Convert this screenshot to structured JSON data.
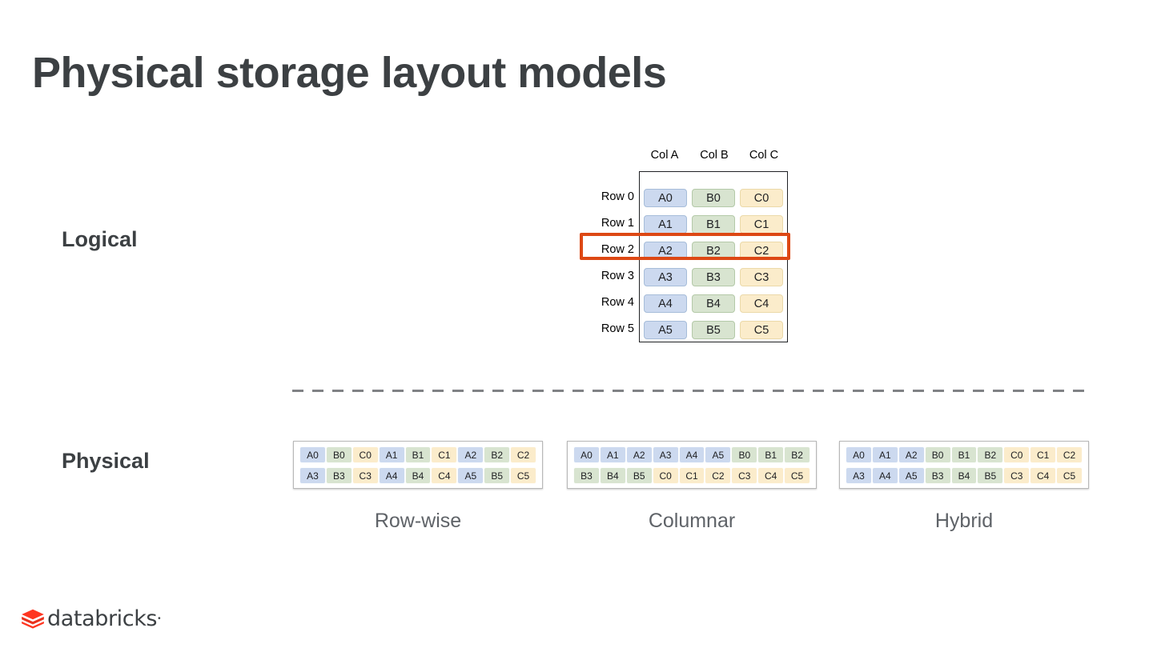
{
  "slide": {
    "title": "Physical storage layout models",
    "sections": {
      "logical_label": "Logical",
      "physical_label": "Physical"
    }
  },
  "colors": {
    "col_a": "#ccd9ef",
    "col_b": "#d8e4d0",
    "col_c": "#fbeccb",
    "highlight": "#dd4814",
    "title_text": "#3c4043",
    "caption_text": "#5f6368",
    "divider": "#808285",
    "logo_red": "#ff3621"
  },
  "logical": {
    "column_headers": [
      "Col A",
      "Col B",
      "Col C"
    ],
    "row_labels": [
      "Row 0",
      "Row 1",
      "Row 2",
      "Row 3",
      "Row 4",
      "Row 5"
    ],
    "highlighted_row": "Row 2",
    "rows": [
      [
        "A0",
        "B0",
        "C0"
      ],
      [
        "A1",
        "B1",
        "C1"
      ],
      [
        "A2",
        "B2",
        "C2"
      ],
      [
        "A3",
        "B3",
        "C3"
      ],
      [
        "A4",
        "B4",
        "C4"
      ],
      [
        "A5",
        "B5",
        "C5"
      ]
    ]
  },
  "physical": {
    "layouts": [
      {
        "caption": "Row-wise",
        "rows": [
          [
            "A0",
            "B0",
            "C0",
            "A1",
            "B1",
            "C1",
            "A2",
            "B2",
            "C2"
          ],
          [
            "A3",
            "B3",
            "C3",
            "A4",
            "B4",
            "C4",
            "A5",
            "B5",
            "C5"
          ]
        ]
      },
      {
        "caption": "Columnar",
        "rows": [
          [
            "A0",
            "A1",
            "A2",
            "A3",
            "A4",
            "A5",
            "B0",
            "B1",
            "B2"
          ],
          [
            "B3",
            "B4",
            "B5",
            "C0",
            "C1",
            "C2",
            "C3",
            "C4",
            "C5"
          ]
        ]
      },
      {
        "caption": "Hybrid",
        "rows": [
          [
            "A0",
            "A1",
            "A2",
            "B0",
            "B1",
            "B2",
            "C0",
            "C1",
            "C2"
          ],
          [
            "A3",
            "A4",
            "A5",
            "B3",
            "B4",
            "B5",
            "C3",
            "C4",
            "C5"
          ]
        ]
      }
    ]
  },
  "logo": {
    "name": "databricks",
    "trademark": "•",
    "icon": "databricks-logo-icon"
  }
}
